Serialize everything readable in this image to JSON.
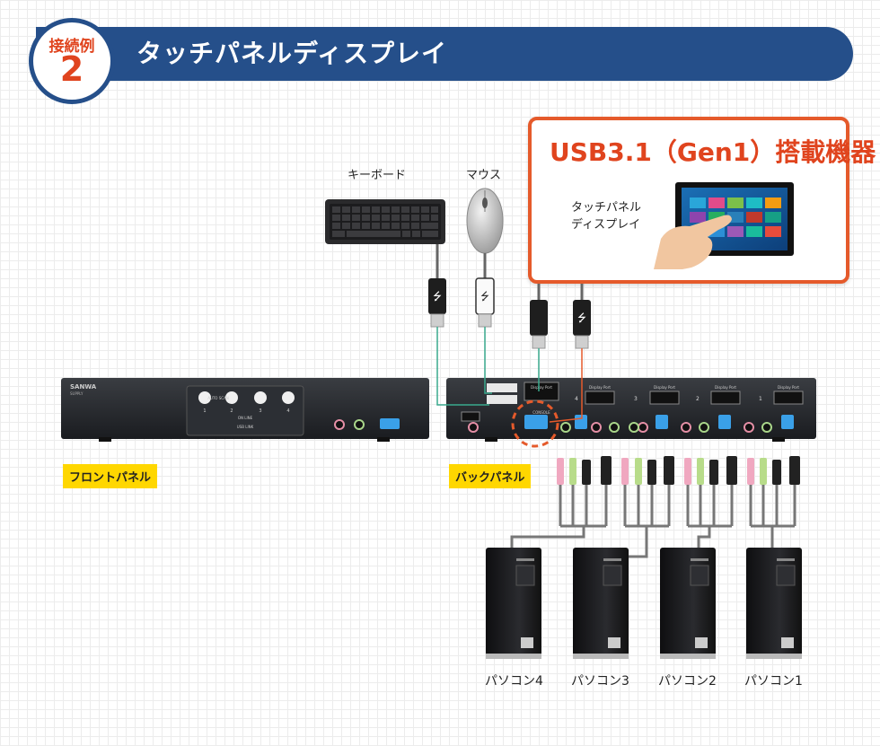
{
  "header": {
    "badge_label": "接続例",
    "badge_number": "2",
    "title": "タッチパネルディスプレイ"
  },
  "device_box": {
    "title": "USB3.1（Gen1）搭載機器",
    "name_line1": "タッチパネル",
    "name_line2": "ディスプレイ"
  },
  "peripherals": {
    "keyboard": "キーボード",
    "mouse": "マウス"
  },
  "panels": {
    "front": "フロントパネル",
    "back": "バックパネル"
  },
  "device_text": {
    "brand": "SANWA",
    "brand_sub": "SUPPLY",
    "auto_scan": "AUTO SCAN",
    "online": "ON LINE",
    "usb_link": "USB LINK",
    "console": "CONSOLE",
    "display_port": "Display Port",
    "ports": [
      "1",
      "2",
      "3",
      "4"
    ]
  },
  "pcs": [
    "パソコン4",
    "パソコン3",
    "パソコン2",
    "パソコン1"
  ],
  "colors": {
    "header": "#254f8a",
    "accent": "#e0441e",
    "tag": "#ffd700",
    "link_line": "#3aaa8e"
  }
}
